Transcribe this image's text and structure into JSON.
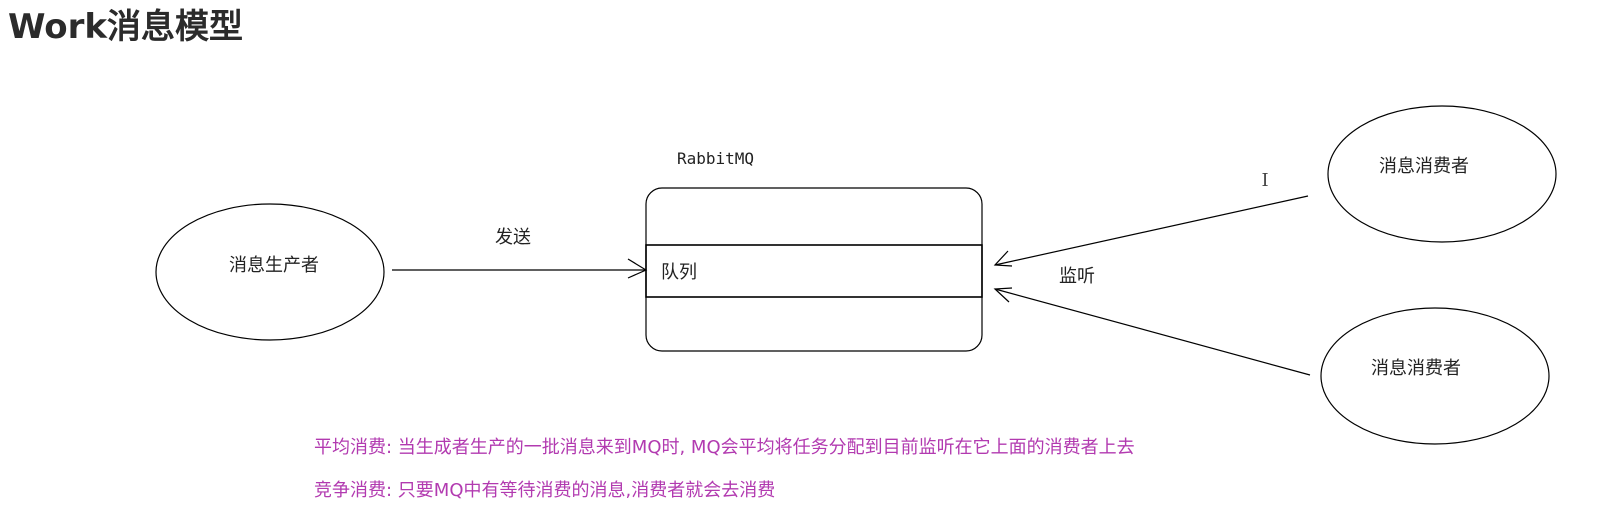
{
  "page_title": "Work消息模型",
  "diagram": {
    "producer_label": "消息生产者",
    "send_label": "发送",
    "broker_label": "RabbitMQ",
    "queue_label": "队列",
    "listen_label": "监听",
    "consumer_1_label": "消息消费者",
    "consumer_2_label": "消息消费者",
    "cursor_glyph": "I"
  },
  "notes": [
    "平均消费: 当生成者生产的一批消息来到MQ时, MQ会平均将任务分配到目前监听在它上面的消费者上去",
    "竞争消费: 只要MQ中有等待消费的消息,消费者就会去消费"
  ],
  "colors": {
    "title": "#2b2b2b",
    "diagram_stroke": "#000000",
    "note_text": "#b23ab0"
  }
}
